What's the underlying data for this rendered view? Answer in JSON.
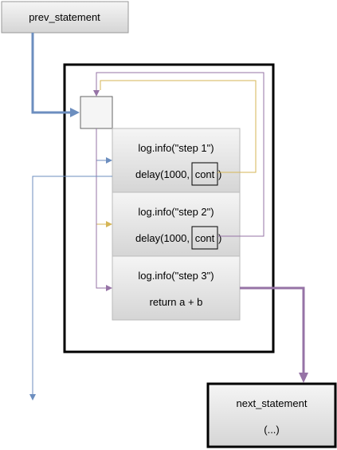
{
  "nodes": {
    "prev": {
      "label": "prev_statement"
    },
    "step1": {
      "line1": "log.info(\"step 1\")",
      "call": "delay(1000, ",
      "param": "cont",
      "close": ")"
    },
    "step2": {
      "line1": "log.info(\"step 2\")",
      "call": "delay(1000, ",
      "param": "cont",
      "close": ")"
    },
    "step3": {
      "line1": "log.info(\"step 3\")",
      "line2": "return a + b"
    },
    "next": {
      "line1": "next_statement",
      "line2": "(...)"
    }
  },
  "colors": {
    "flow_blue": "#6c8ebf",
    "flow_purple": "#9673a6",
    "flow_gold": "#d6b656",
    "box_stroke": "#000000",
    "node_border": "#999999",
    "gradient_top": "#f5f5f5",
    "gradient_bottom": "#d5d5d5"
  }
}
